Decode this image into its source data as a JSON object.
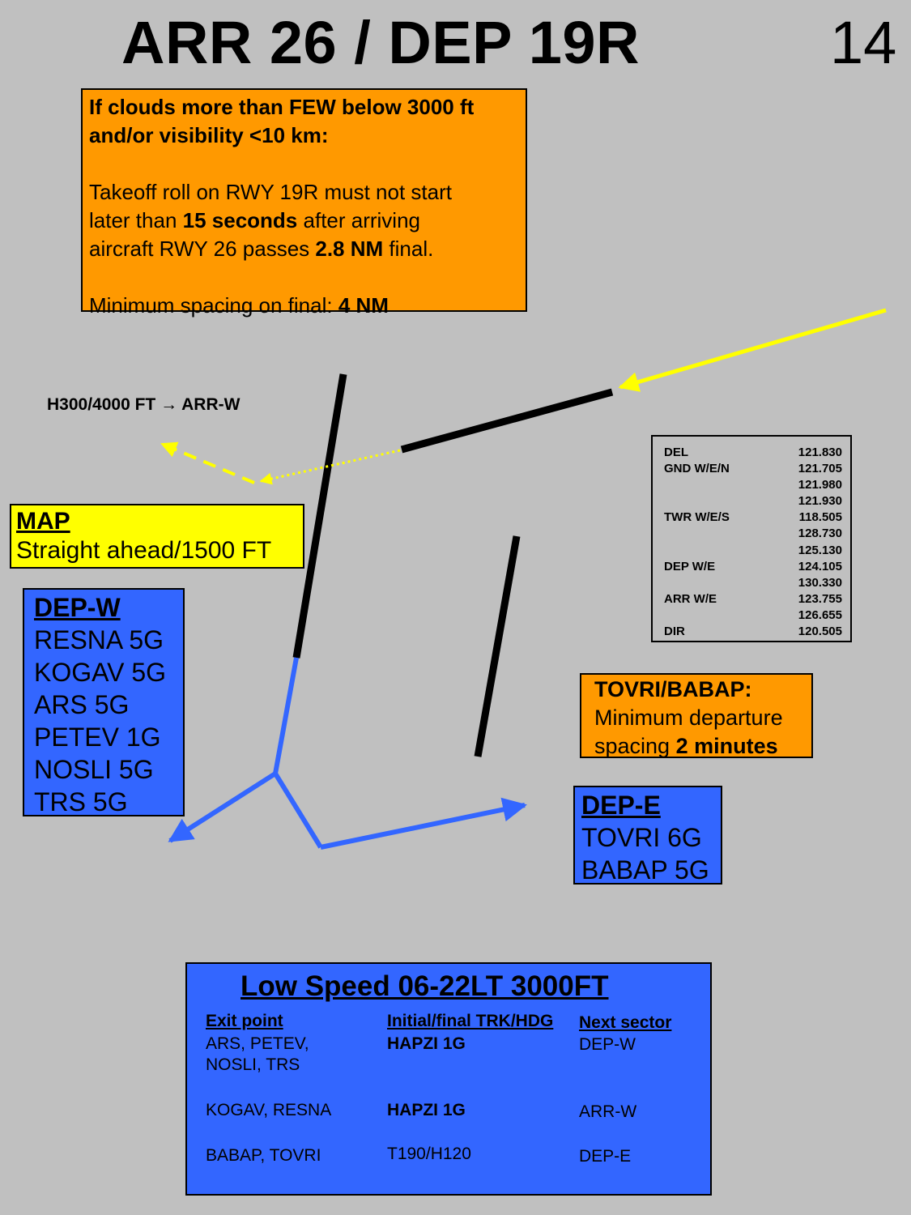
{
  "header": {
    "title": "ARR 26 / DEP 19R",
    "page_number": "14"
  },
  "warning_box": {
    "condition_line1": "If clouds more than FEW below 3000 ft",
    "condition_line2": "and/or visibility <10 km:",
    "rule_part1": "Takeoff roll on RWY 19R must not start",
    "rule_part2": "later than ",
    "rule_bold1": "15 seconds",
    "rule_part3": " after arriving",
    "rule_part4": "aircraft RWY 26 passes ",
    "rule_bold2": "2.8 NM",
    "rule_part5": " final.",
    "spacing_text": "Minimum spacing on final: ",
    "spacing_value": "4 NM"
  },
  "hold_label": "H300/4000 FT → ARR-W",
  "frequencies": [
    {
      "name": "DEL",
      "value": "121.830"
    },
    {
      "name": "GND W/E/N",
      "value": "121.705"
    },
    {
      "name": "",
      "value": "121.980"
    },
    {
      "name": "",
      "value": "121.930"
    },
    {
      "name": "TWR W/E/S",
      "value": "118.505"
    },
    {
      "name": "",
      "value": "128.730"
    },
    {
      "name": "",
      "value": "125.130"
    },
    {
      "name": "DEP W/E",
      "value": "124.105"
    },
    {
      "name": "",
      "value": "130.330"
    },
    {
      "name": "ARR W/E",
      "value": "123.755"
    },
    {
      "name": "",
      "value": "126.655"
    },
    {
      "name": "DIR",
      "value": "120.505"
    }
  ],
  "map_box": {
    "heading": "MAP",
    "text": "Straight ahead/1500 FT"
  },
  "dep_w": {
    "heading": "DEP-W",
    "items": [
      "RESNA 5G",
      "KOGAV 5G",
      "ARS 5G",
      "PETEV 1G",
      "NOSLI 5G",
      "TRS 5G"
    ]
  },
  "tovri_box": {
    "heading": "TOVRI/BABAP:",
    "line1": "Minimum departure",
    "line2_text": "spacing ",
    "line2_bold": "2 minutes"
  },
  "dep_e": {
    "heading": "DEP-E",
    "items": [
      "TOVRI 6G",
      "BABAP 5G"
    ]
  },
  "low_speed": {
    "title": "Low Speed 06-22LT 3000FT",
    "headers": [
      "Exit point",
      "Initial/final TRK/HDG",
      "Next sector"
    ],
    "rows": [
      {
        "exit_line1": "ARS, PETEV,",
        "exit_line2": "NOSLI, TRS",
        "trk": "HAPZI 1G",
        "next": "DEP-W"
      },
      {
        "exit_line1": "KOGAV, RESNA",
        "exit_line2": "",
        "trk": "HAPZI 1G",
        "next": "ARR-W"
      },
      {
        "exit_line1": "BABAP, TOVRI",
        "exit_line2": "",
        "trk": "T190/H120",
        "next": "DEP-E"
      }
    ]
  },
  "colors": {
    "background": "#c0c0c0",
    "orange": "#ff9900",
    "yellow": "#ffff00",
    "blue": "#3366ff",
    "runway": "#000000"
  }
}
